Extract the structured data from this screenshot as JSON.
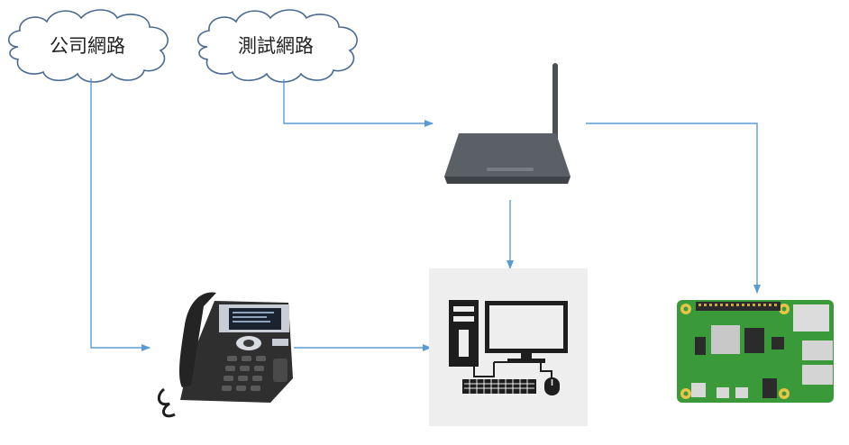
{
  "clouds": [
    {
      "id": "company",
      "label": "公司網路"
    },
    {
      "id": "test",
      "label": "測試網路"
    }
  ],
  "devices": [
    {
      "id": "router",
      "icon": "wifi-router-icon"
    },
    {
      "id": "ip-phone",
      "icon": "ip-phone-icon"
    },
    {
      "id": "computer",
      "icon": "desktop-computer-icon"
    },
    {
      "id": "raspberry-pi",
      "icon": "raspberry-pi-board-icon"
    }
  ],
  "connections": [
    {
      "from": "company",
      "to": "ip-phone"
    },
    {
      "from": "test",
      "to": "router"
    },
    {
      "from": "router",
      "to": "computer"
    },
    {
      "from": "router",
      "to": "raspberry-pi"
    },
    {
      "from": "ip-phone",
      "to": "computer"
    }
  ],
  "colors": {
    "arrow": "#5b9bd5",
    "cloud_stroke": "#4a6a94",
    "router": "#555a60",
    "phone": "#2e2e2e",
    "computer_bg": "#eeeeee",
    "computer": "#1e1e1e",
    "board": "#3a9a3a"
  }
}
